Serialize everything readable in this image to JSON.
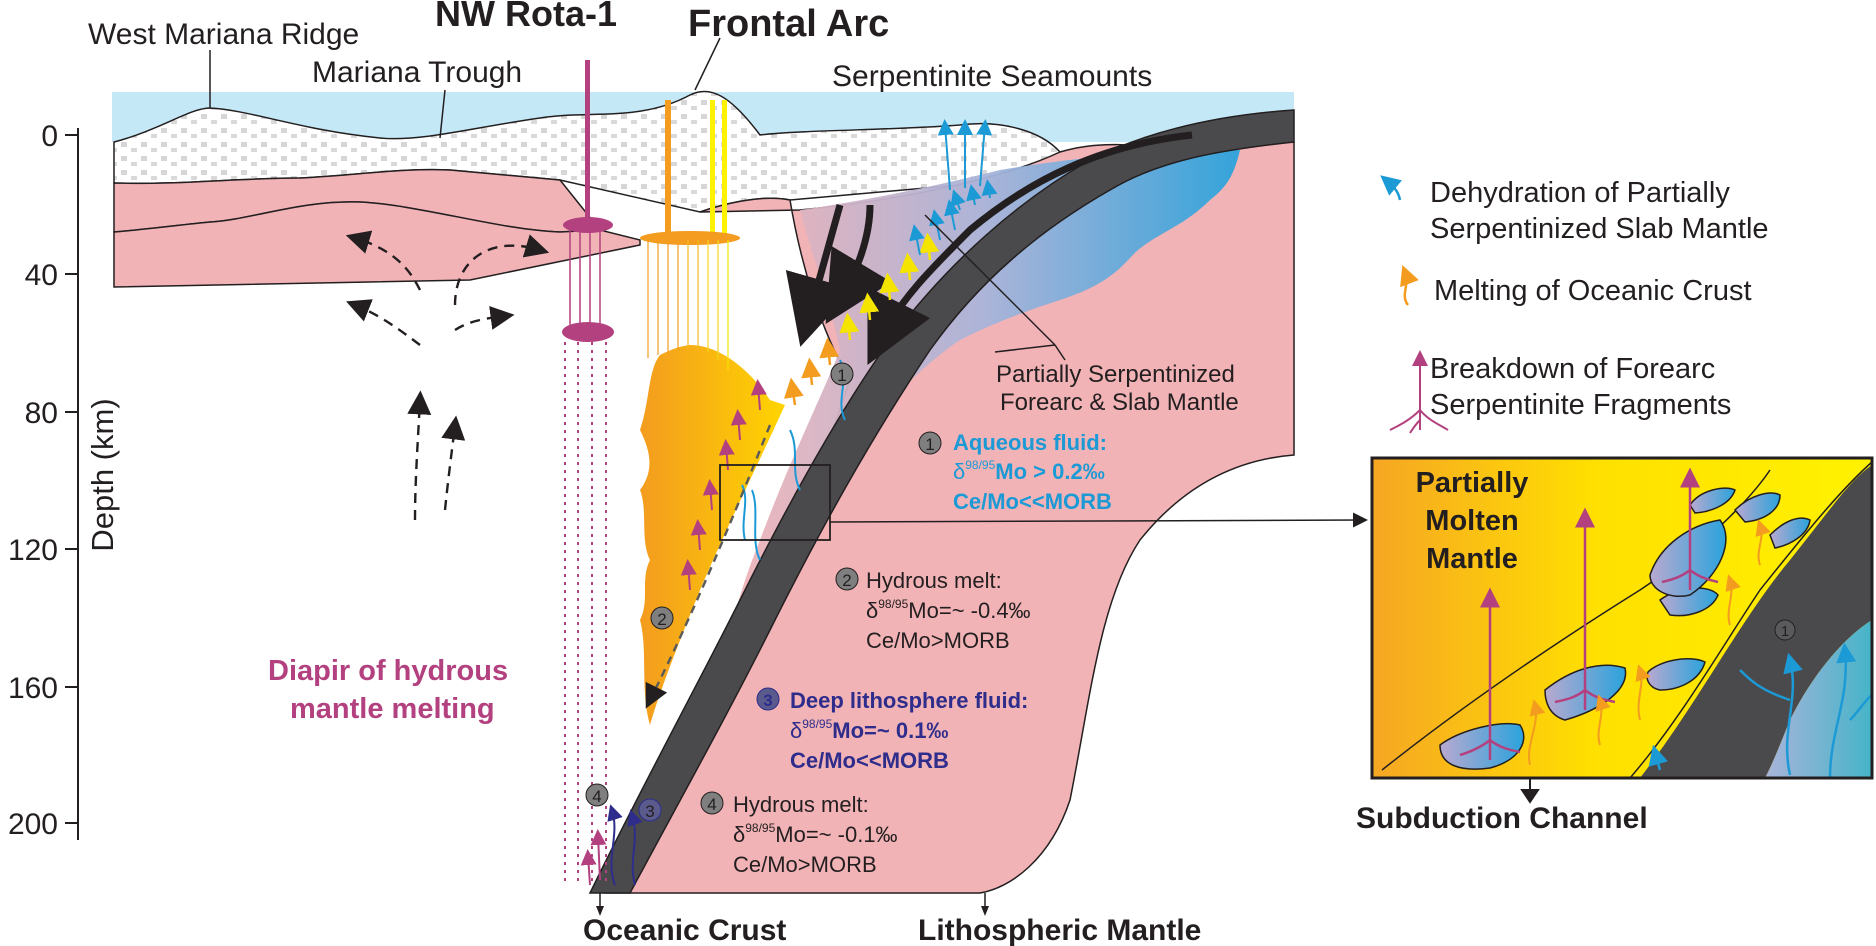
{
  "labels": {
    "west_mariana_ridge": "West Mariana Ridge",
    "nw_rota": "NW Rota-1",
    "frontal_arc": "Frontal Arc",
    "mariana_trough": "Mariana Trough",
    "serpentinite_seamounts": "Serpentinite Seamounts",
    "partially_serpentinized_1": "Partially Serpentinized",
    "partially_serpentinized_2": "Forearc & Slab Mantle",
    "diapir_1": "Diapir of hydrous",
    "diapir_2": "mantle melting",
    "oceanic_crust": "Oceanic Crust",
    "lithospheric_mantle": "Lithospheric Mantle",
    "subduction_channel": "Subduction Channel",
    "partially_molten_1": "Partially",
    "partially_molten_2": "Molten",
    "partially_molten_3": "Mantle"
  },
  "axis": {
    "ylabel": "Depth (km)",
    "ticks": [
      "0",
      "40",
      "80",
      "120",
      "160",
      "200"
    ]
  },
  "legend": [
    {
      "icon": "blue-arrow-icon",
      "line1": "Dehydration of Partially",
      "line2": "Serpentinized Slab Mantle"
    },
    {
      "icon": "orange-arrow-icon",
      "line1": "Melting of Oceanic Crust",
      "line2": ""
    },
    {
      "icon": "purple-branch-arrow-icon",
      "line1": "Breakdown of Forearc",
      "line2": "Serpentinite Fragments"
    }
  ],
  "fluids": {
    "f1": {
      "num": "1",
      "title": "Aqueous fluid:",
      "delta": "δ",
      "sup": "98/95",
      "val": "Mo > 0.2‰",
      "ratio": "Ce/Mo<<MORB"
    },
    "f2": {
      "num": "2",
      "title": "Hydrous melt:",
      "delta": "δ",
      "sup": "98/95",
      "val": "Mo=~ -0.4‰",
      "ratio": "Ce/Mo>MORB"
    },
    "f3": {
      "num": "3",
      "title": "Deep lithosphere fluid:",
      "delta": "δ",
      "sup": "98/95",
      "val": "Mo=~ 0.1‰",
      "ratio": "Ce/Mo<<MORB"
    },
    "f4": {
      "num": "4",
      "title": "Hydrous melt:",
      "delta": "δ",
      "sup": "98/95",
      "val": "Mo=~ -0.1‰",
      "ratio": "Ce/Mo>MORB"
    }
  },
  "markers": {
    "m1": "1",
    "m2": "2",
    "m3": "3",
    "m4": "4"
  },
  "colors": {
    "sea": "#c5e8f7",
    "mantle_pink": "#f2b3b6",
    "slab": "#4a4a4c",
    "serpentinite_blue": "#1c9ad6",
    "melt_orange": "#f39c1f",
    "melt_yellow": "#fff200",
    "diapir_purple": "#b3417f",
    "fluid3_navy": "#2e2d8c"
  }
}
